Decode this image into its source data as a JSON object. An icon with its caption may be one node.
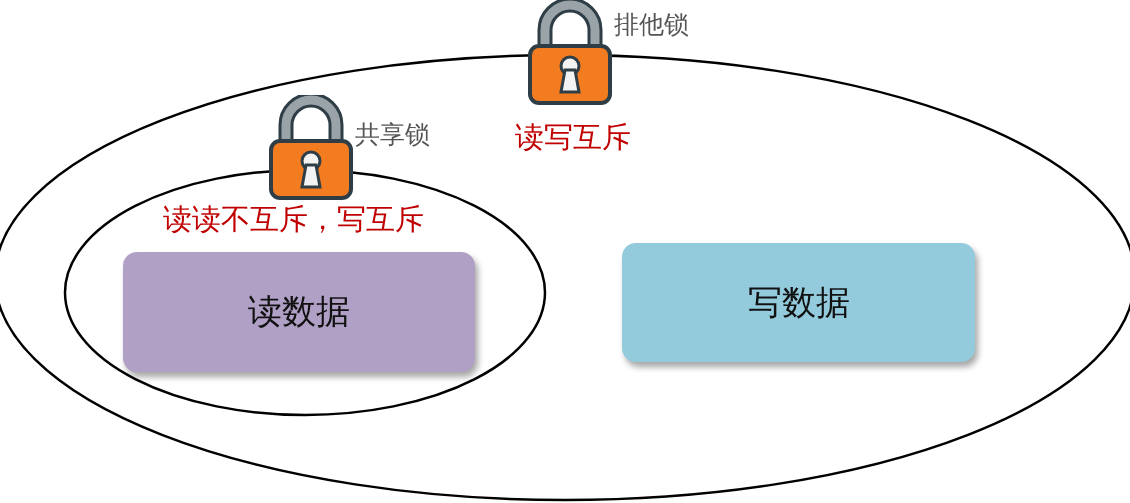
{
  "diagram": {
    "nodes": [
      {
        "text": [
          "排他锁",
          "读写互斥"
        ]
      },
      {
        "text": [
          "共享锁",
          "读读不互斥，写互斥"
        ],
        "in": 0
      },
      {
        "text": [
          "读数据"
        ],
        "in": 1
      },
      {
        "text": [
          "写数据"
        ],
        "in": 0
      }
    ]
  }
}
